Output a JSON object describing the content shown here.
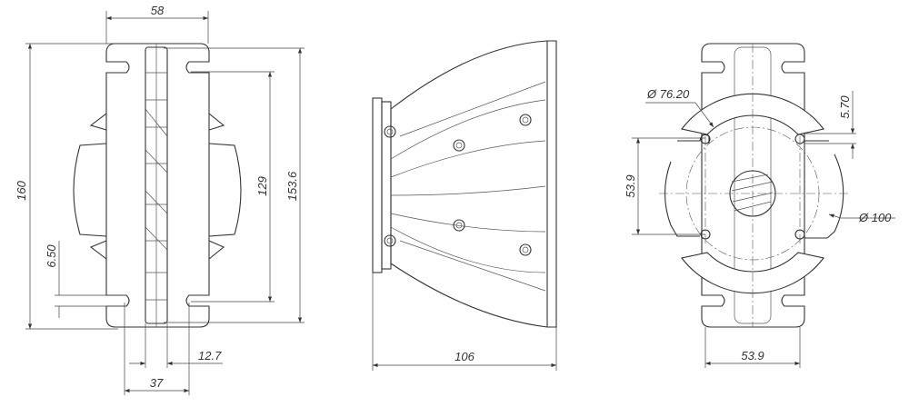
{
  "front_view": {
    "width": "58",
    "height_total": "160",
    "height_outer_slots": "153.6",
    "height_inner_slots": "129",
    "slot_width": "6.50",
    "center_strip": "12.7",
    "slot_spacing": "37"
  },
  "side_view": {
    "depth": "106"
  },
  "rear_view": {
    "bolt_circle": "Ø 76.20",
    "outer_diameter": "Ø 100",
    "slot_width": "5.70",
    "bolt_spacing_vertical": "53.9",
    "bolt_spacing_horizontal": "53.9"
  }
}
